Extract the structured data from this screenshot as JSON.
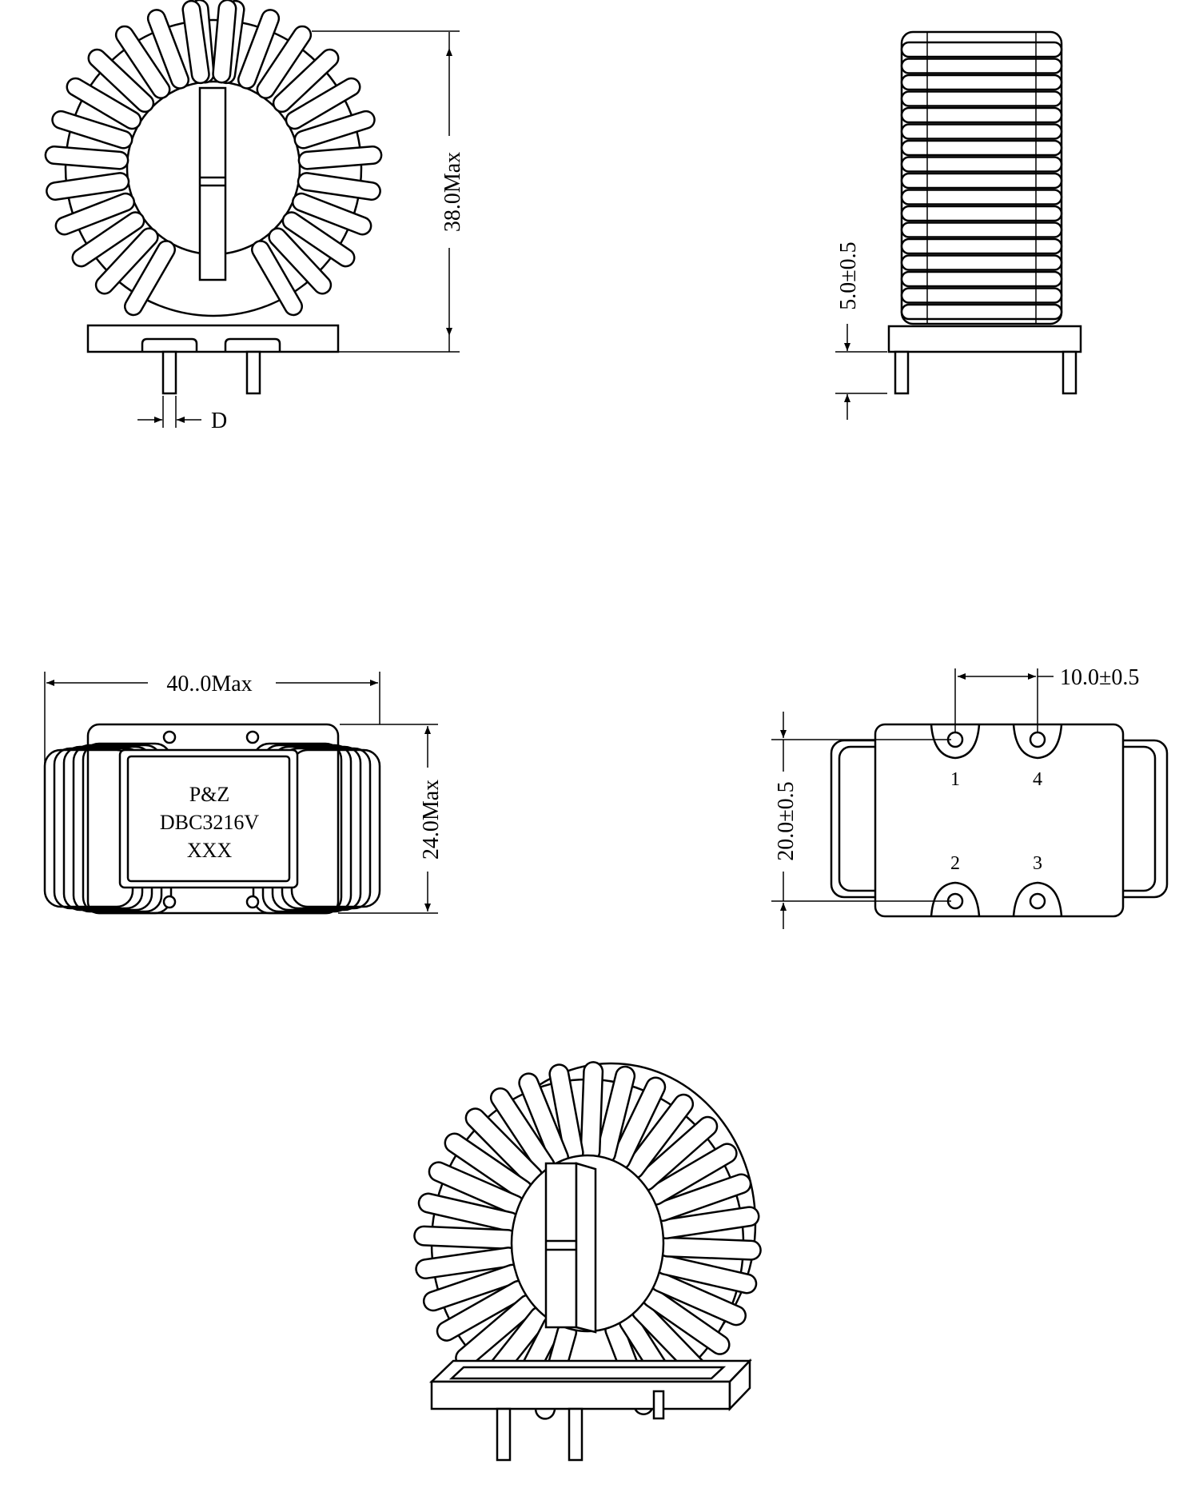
{
  "dimensions": {
    "height_max": "38.0Max",
    "pin_length": "5.0±0.5",
    "pin_diameter": "D",
    "length_max": "40..0Max",
    "width_max": "24.0Max",
    "pin_spacing": "10.0±0.5",
    "pin_row_spacing": "20.0±0.5"
  },
  "marking": {
    "line1": "P&Z",
    "line2": "DBC3216V",
    "line3": "XXX"
  },
  "pins": [
    "1",
    "4",
    "2",
    "3"
  ],
  "colors": {
    "line": "#000000",
    "background": "#ffffff"
  }
}
